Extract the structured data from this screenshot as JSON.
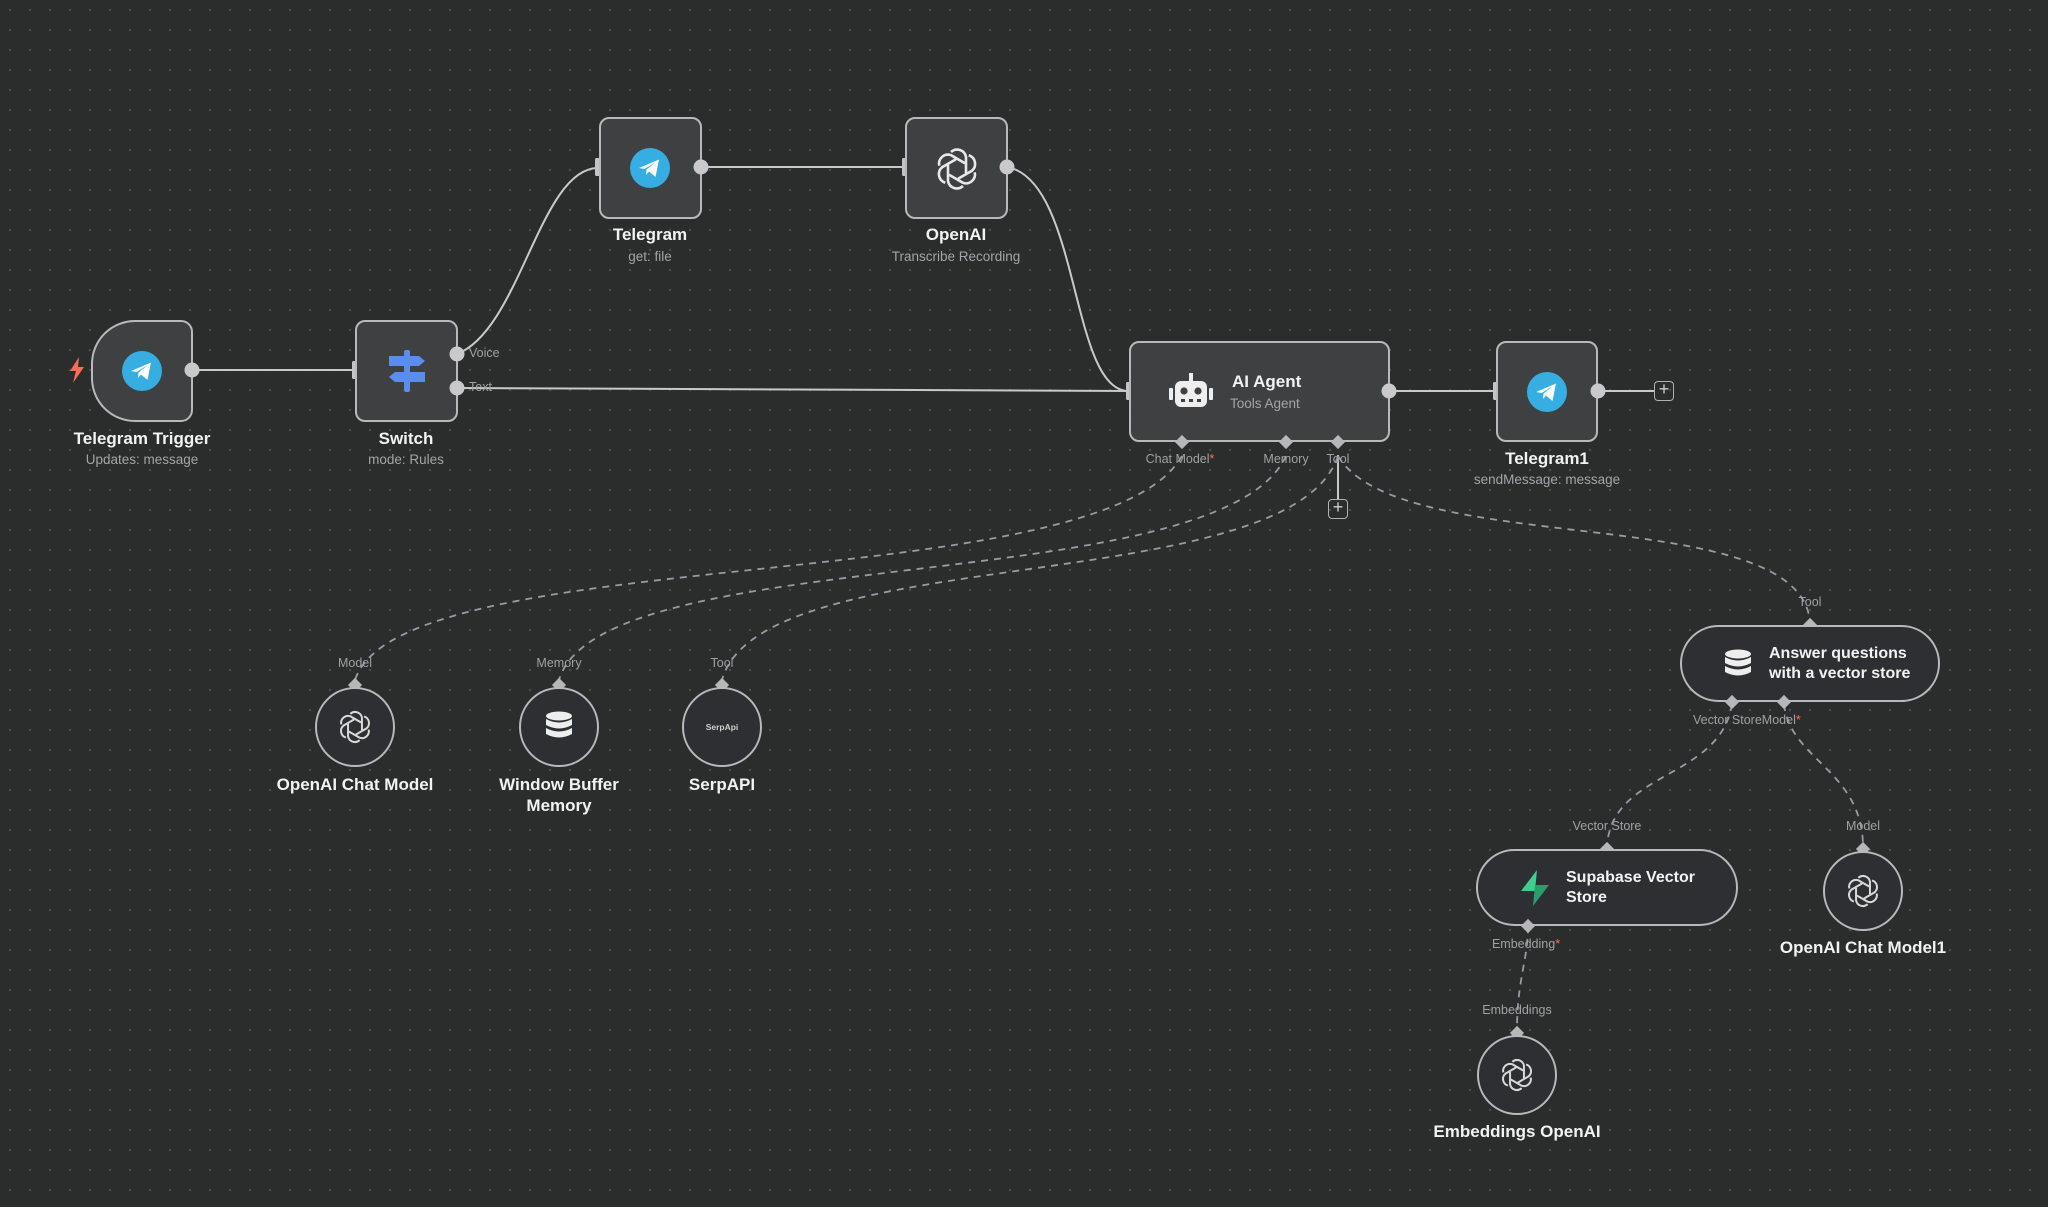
{
  "nodes": {
    "telegram_trigger": {
      "title": "Telegram Trigger",
      "subtitle": "Updates: message"
    },
    "switch": {
      "title": "Switch",
      "subtitle": "mode: Rules",
      "outputs": [
        "Voice",
        "Text"
      ]
    },
    "telegram": {
      "title": "Telegram",
      "subtitle": "get: file"
    },
    "openai": {
      "title": "OpenAI",
      "subtitle": "Transcribe Recording"
    },
    "ai_agent": {
      "title": "AI Agent",
      "subtitle": "Tools Agent",
      "ports": {
        "chat_model": "Chat Model",
        "memory": "Memory",
        "tool": "Tool"
      }
    },
    "telegram1": {
      "title": "Telegram1",
      "subtitle": "sendMessage: message"
    },
    "openai_chat_model": {
      "title": "OpenAI Chat Model",
      "port": "Model"
    },
    "window_buffer_memory": {
      "title_line1": "Window Buffer",
      "title_line2": "Memory",
      "port": "Memory"
    },
    "serpapi": {
      "title": "SerpAPI",
      "port": "Tool",
      "logo_text": "SerpApi"
    },
    "vector_qa": {
      "title_line1": "Answer questions",
      "title_line2": "with a vector store",
      "port_in": "Tool",
      "port_vector": "Vector Store",
      "port_model": "Model"
    },
    "supabase": {
      "title_line1": "Supabase Vector",
      "title_line2": "Store",
      "port_in": "Vector Store",
      "port_embedding": "Embedding"
    },
    "openai_chat_model1": {
      "title": "OpenAI Chat Model1",
      "port": "Model"
    },
    "embeddings_openai": {
      "title": "Embeddings OpenAI",
      "port": "Embeddings"
    }
  },
  "required_marker": "*",
  "add_symbol": "+",
  "icons": {
    "telegram": "telegram-icon",
    "openai": "openai-icon",
    "switch": "signpost-icon",
    "robot": "robot-icon",
    "database": "database-icon",
    "supabase": "supabase-bolt-icon",
    "trigger": "lightning-icon"
  },
  "colors": {
    "canvas": "#2b2c2c",
    "node_fill": "#3f4041",
    "node_border": "#b9b9bc",
    "telegram_blue": "#37aee2",
    "switch_blue": "#5b8def",
    "supabase_green": "#3ecf8e",
    "trigger_red": "#ff6d5a"
  }
}
